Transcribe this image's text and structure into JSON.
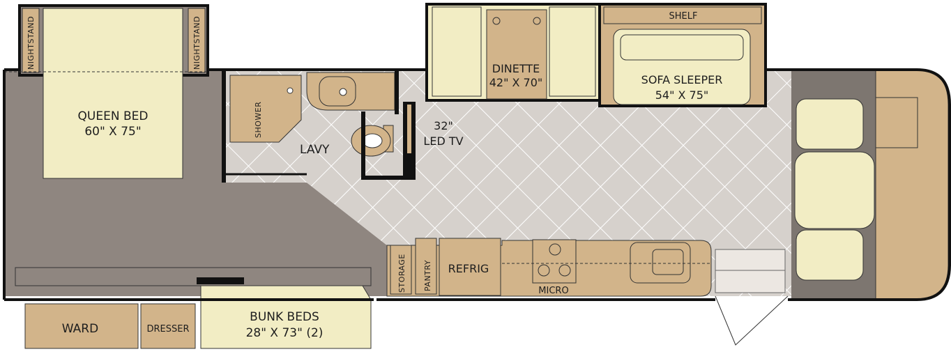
{
  "rooms": {
    "nightstand_left": "NIGHTSTAND",
    "nightstand_right": "NIGHTSTAND",
    "queen_bed_name": "QUEEN BED",
    "queen_bed_size": "60\" X 75\"",
    "shower": "SHOWER",
    "lavy": "LAVY",
    "tv_size": "32\"",
    "tv_name": "LED TV",
    "dinette_name": "DINETTE",
    "dinette_size": "42\" X 70\"",
    "shelf": "SHELF",
    "sofa_name": "SOFA SLEEPER",
    "sofa_size": "54\" X 75\"",
    "storage": "STORAGE",
    "pantry": "PANTRY",
    "refrig": "REFRIG",
    "micro": "MICRO",
    "ward": "WARD",
    "dresser": "DRESSER",
    "bunk_name": "BUNK BEDS",
    "bunk_size": "28\" X 73\" (2)"
  },
  "colors": {
    "bedroom_floor": "#8f8680",
    "living_floor": "#d6d1cc",
    "tan": "#d2b48a",
    "cream": "#f2edc4",
    "wall": "#111111",
    "cab_tile": "#c9a980"
  }
}
